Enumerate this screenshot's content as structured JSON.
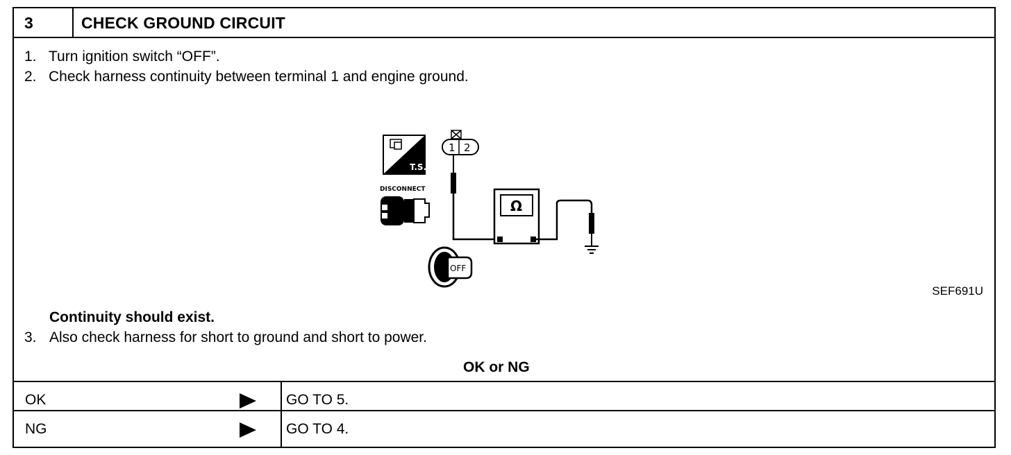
{
  "step": {
    "number": "3",
    "title": "CHECK GROUND CIRCUIT"
  },
  "instructions": [
    {
      "num": "1.",
      "text": "Turn ignition switch “OFF”."
    },
    {
      "num": "2.",
      "text": "Check harness continuity between terminal 1 and engine ground."
    },
    {
      "num": "3.",
      "text": "Also check harness for short to ground and short to power."
    }
  ],
  "result_note": "Continuity should exist.",
  "figure": {
    "ts_label": "T.S.",
    "disconnect_label": "DISCONNECT",
    "terminal_labels": [
      "1",
      "2"
    ],
    "meter_symbol": "Ω",
    "key_label": "OFF",
    "code": "SEF691U"
  },
  "decision": {
    "prompt": "OK or NG",
    "rows": [
      {
        "result": "OK",
        "action": "GO TO 5."
      },
      {
        "result": "NG",
        "action": "GO TO 4."
      }
    ]
  }
}
